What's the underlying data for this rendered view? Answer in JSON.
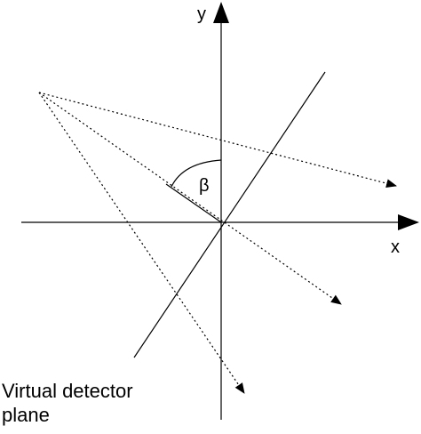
{
  "diagram": {
    "axis_y_label": "y",
    "axis_x_label": "x",
    "angle_label": "β",
    "detector_label_line1": "Virtual detector",
    "detector_label_line2": "plane"
  },
  "colors": {
    "stroke": "#000000",
    "background": "#ffffff"
  }
}
